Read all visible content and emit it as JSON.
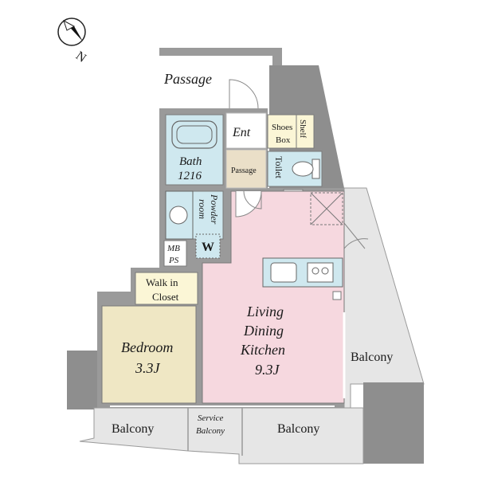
{
  "compass": {
    "label": "N"
  },
  "rooms": {
    "passage_outer": "Passage",
    "entrance": "Ent",
    "shoes_box": [
      "Shoes",
      "Box"
    ],
    "shelf": "Shelf",
    "bath": [
      "Bath",
      "1216"
    ],
    "passage_inner": "Passage",
    "toilet": "Toilet",
    "powder_room": [
      "Powder",
      "room"
    ],
    "washer": "W",
    "ps": "PS",
    "mb_ps": [
      "MB",
      "PS"
    ],
    "walk_in_closet": [
      "Walk in",
      "Closet"
    ],
    "bedroom": [
      "Bedroom",
      "3.3J"
    ],
    "ldk": [
      "Living",
      "Dining",
      "Kitchen",
      "9.3J"
    ],
    "balcony_right": "Balcony",
    "balcony_left": "Balcony",
    "service_balcony": [
      "Service",
      "Balcony"
    ],
    "balcony_bottom": "Balcony"
  },
  "colors": {
    "wall": "#9a9a9a",
    "wet_area": "#cfe8ef",
    "bedroom": "#efe7c4",
    "ldk": "#f6d8df",
    "closet": "#fbf6d6",
    "balcony": "#e6e6e6",
    "passage": "#eadfc8"
  }
}
